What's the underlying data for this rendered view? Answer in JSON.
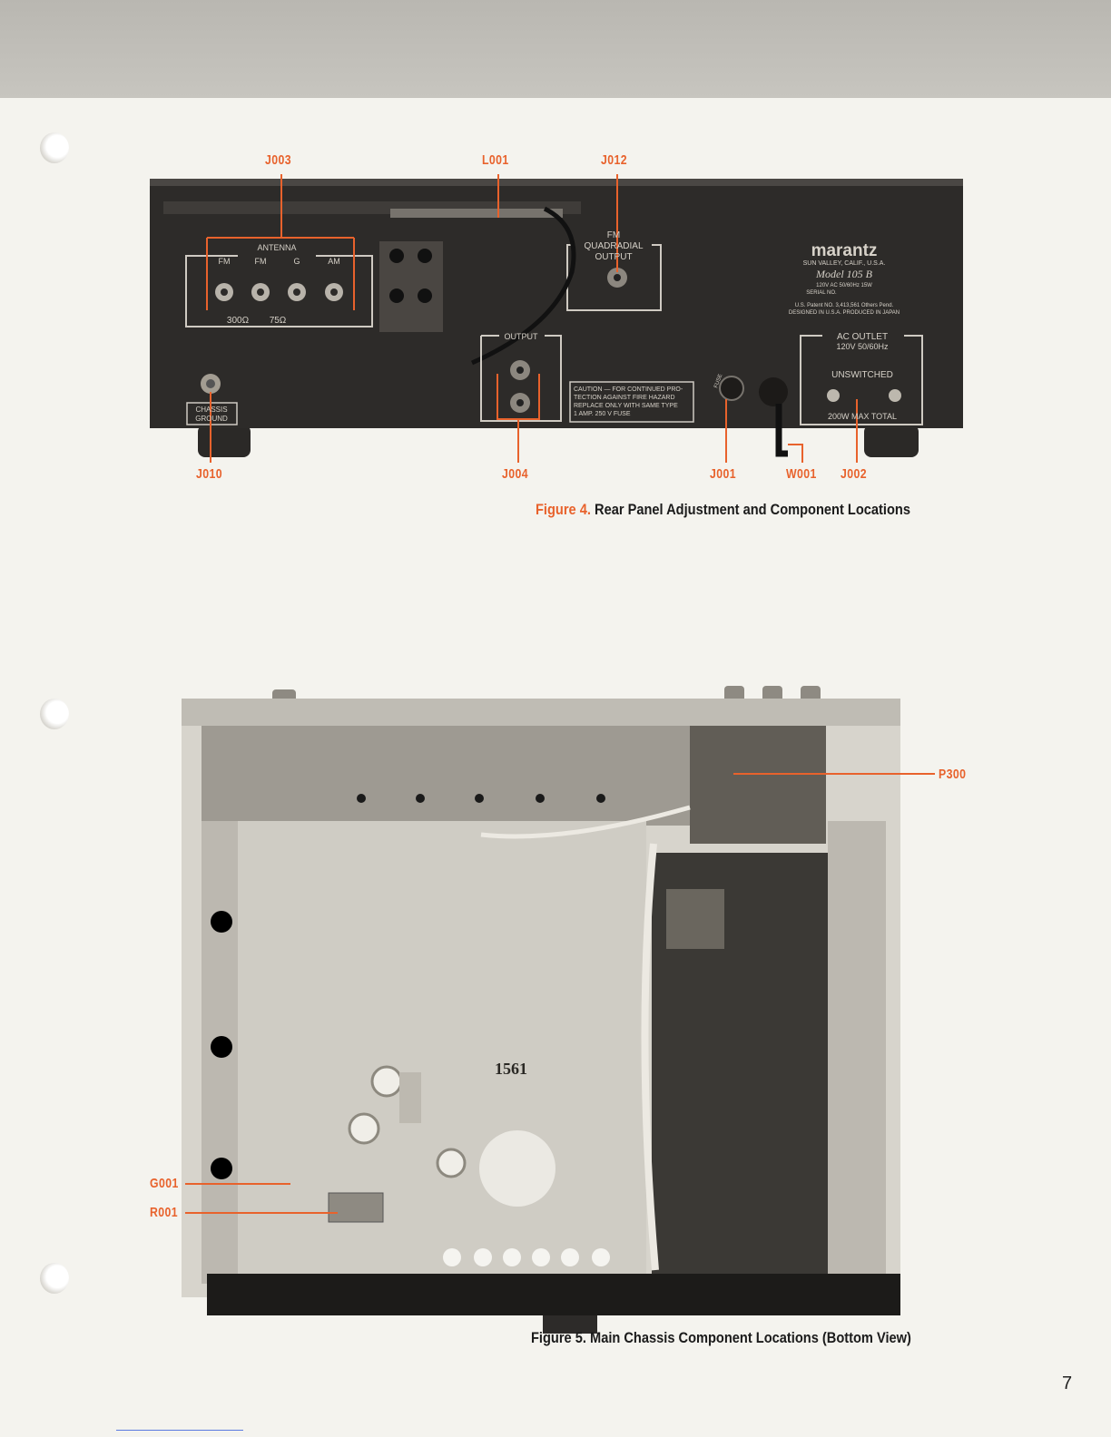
{
  "figure4": {
    "labels": {
      "j003": "J003",
      "l001": "L001",
      "j012": "J012",
      "j010": "J010",
      "j004": "J004",
      "j001": "J001",
      "w001": "W001",
      "j002": "J002"
    },
    "panel_text": {
      "antenna": "ANTENNA",
      "fm1": "FM",
      "fm2": "FM",
      "g": "G",
      "am": "AM",
      "ohm300": "300Ω",
      "ohm75": "75Ω",
      "fm_quad_1": "FM",
      "fm_quad_2": "QUADRADIAL",
      "fm_quad_3": "OUTPUT",
      "output": "OUTPUT",
      "brand": "marantz",
      "brand_sub": "SUN VALLEY, CALIF., U.S.A.",
      "model": "Model 105 B",
      "ac_line": "120V AC 50/60Hz 15W",
      "serial": "SERIAL NO.",
      "patent": "U.S. Patent NO. 3,413,561 Others Pend.",
      "designed": "DESIGNED IN U.S.A. PRODUCED IN JAPAN",
      "ac_outlet": "AC OUTLET",
      "ac_outlet_rating": "120V 50/60Hz",
      "unswitched": "UNSWITCHED",
      "max_total": "200W MAX TOTAL",
      "caution_1": "CAUTION — FOR CONTINUED PRO-",
      "caution_2": "TECTION AGAINST FIRE HAZARD",
      "caution_3": "REPLACE ONLY WITH SAME TYPE",
      "caution_4": "1 AMP. 250 V FUSE",
      "chassis_1": "CHASSIS",
      "chassis_2": "GROUND",
      "fuse": "FUSE"
    },
    "caption_num": "Figure 4.",
    "caption_text": "Rear Panel Adjustment and Component Locations"
  },
  "figure5": {
    "labels": {
      "p300": "P300",
      "g001": "G001",
      "r001": "R001"
    },
    "stamp": "1561",
    "caption_num": "Figure 5.",
    "caption_text": "Main Chassis Component Locations (Bottom View)"
  },
  "page_number": "7",
  "colors": {
    "accent": "#e8622c",
    "panel": "#2a2826",
    "chassis": "#c9c6be"
  }
}
